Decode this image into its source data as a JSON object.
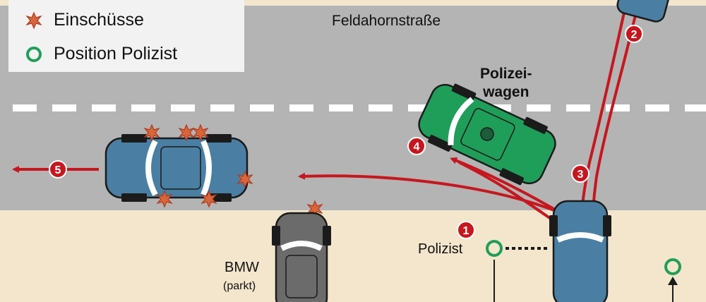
{
  "legend": {
    "items": [
      {
        "label": "Einschüsse",
        "icon": "bullet-impact-star-icon"
      },
      {
        "label": "Position Polizist",
        "icon": "green-circle-icon"
      }
    ]
  },
  "street": {
    "name": "Feldahornstraße"
  },
  "labels": {
    "police_car_line1": "Polizei-",
    "police_car_line2": "wagen",
    "bmw": "BMW",
    "bmw_note": "(parkt)",
    "officer": "Polizist"
  },
  "markers": [
    "1",
    "2",
    "3",
    "4",
    "5"
  ],
  "colors": {
    "road": "#b4b4b4",
    "sidewalk": "#f3e6cc",
    "path_red": "#c8161e",
    "suspect_car": "#4a7fa3",
    "police_car": "#1f9e5a",
    "bmw_car": "#6b6b6b",
    "impact_star": "#d9663a",
    "officer_circle": "#1f9e5a"
  }
}
